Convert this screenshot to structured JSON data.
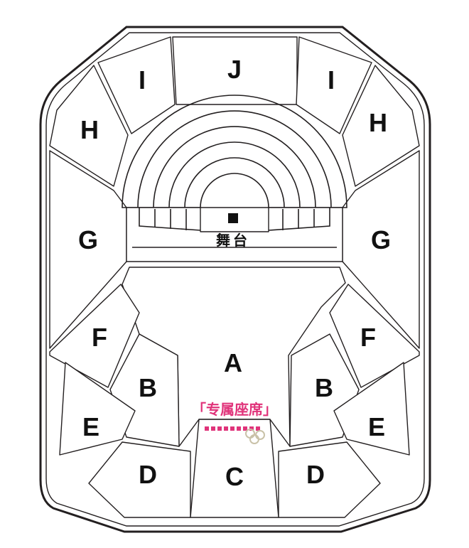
{
  "stage": {
    "label": "舞台"
  },
  "exclusive": {
    "label": "「专属座席」",
    "color": "#e0337a",
    "mark_color": "#c9c2a8"
  },
  "sections": {
    "J": "J",
    "I_left": "I",
    "I_right": "I",
    "H_left": "H",
    "H_right": "H",
    "G_left": "G",
    "G_right": "G",
    "F_left": "F",
    "F_right": "F",
    "A": "A",
    "B_left": "B",
    "B_right": "B",
    "E_left": "E",
    "E_right": "E",
    "D_left": "D",
    "D_right": "D",
    "C": "C"
  },
  "icons": {
    "stage_marker": "black-square-icon",
    "ring_mark": "linked-rings-icon"
  }
}
